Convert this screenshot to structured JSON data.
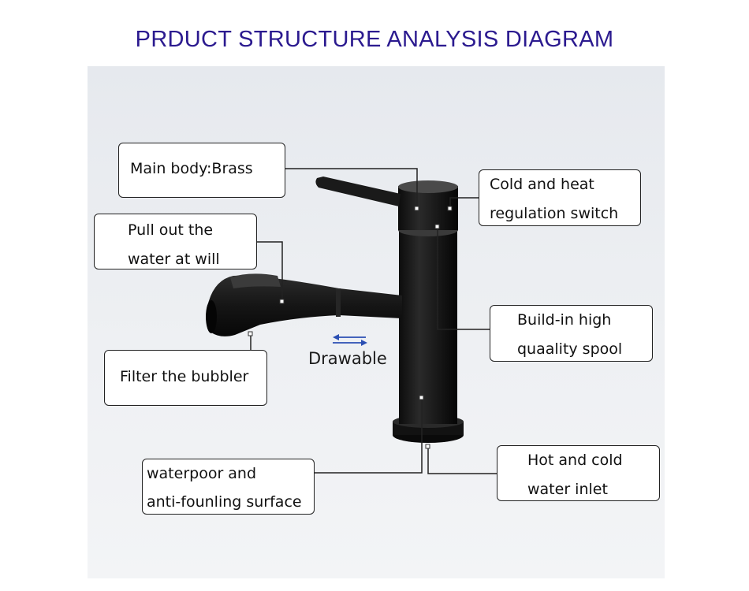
{
  "title": "PRDUCT STRUCTURE ANALYSIS DIAGRAM",
  "colors": {
    "title": "#2b1a8f",
    "faucet": "#141414",
    "arrow": "#2b4fb3"
  },
  "drawable_label": "Drawable",
  "callouts": {
    "main_body": [
      "Main body:Brass"
    ],
    "pull_out": [
      "Pull out the",
      "water at will"
    ],
    "filter": [
      "Filter the bubbler"
    ],
    "surface": [
      "waterpoor and",
      "anti-founling surface"
    ],
    "regulation": [
      "Cold and heat",
      "regulation switch"
    ],
    "spool": [
      "Build-in high",
      "quaality spool"
    ],
    "inlet": [
      "Hot and cold",
      "water inlet"
    ]
  }
}
